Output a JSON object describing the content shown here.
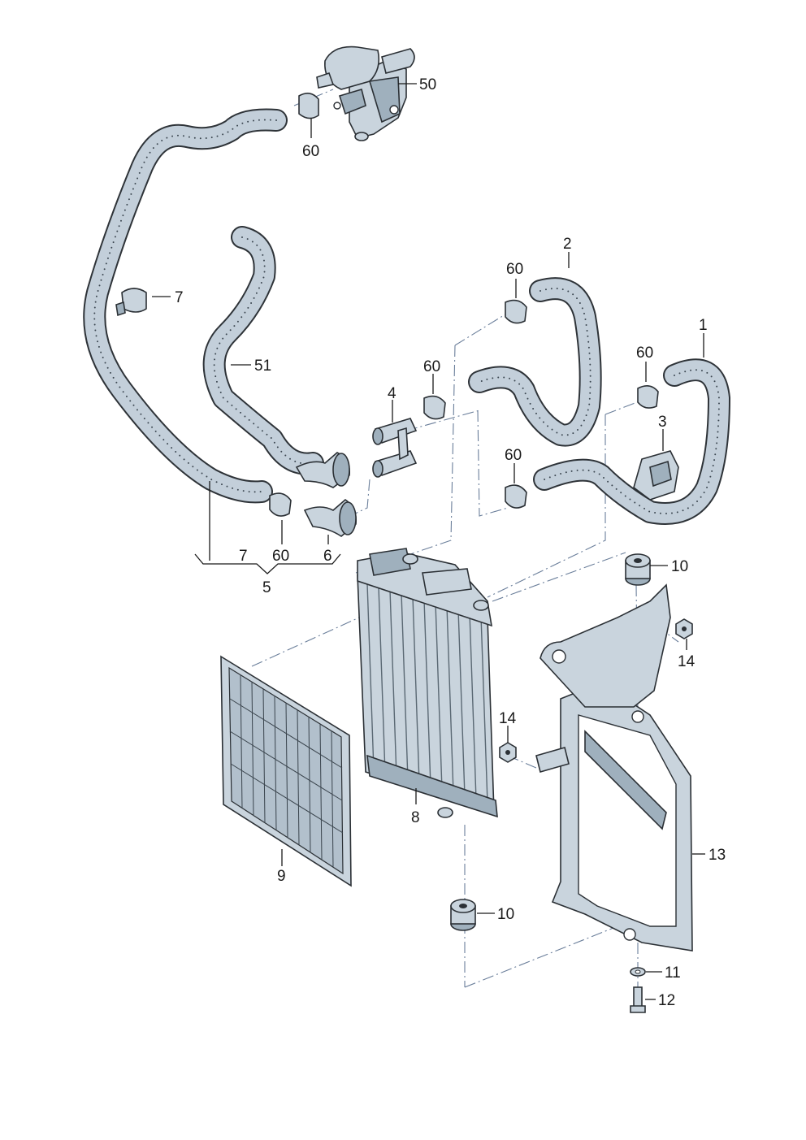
{
  "callouts": {
    "c50": "50",
    "c60_top": "60",
    "c7_clip": "7",
    "c51": "51",
    "c2": "2",
    "c60_hose2": "60",
    "c1": "1",
    "c60_hose1": "60",
    "c4": "4",
    "c60_conn": "60",
    "c3": "3",
    "c60_lower": "60",
    "c7_group": "7",
    "c60_group": "60",
    "c6": "6",
    "c5": "5",
    "c10_top": "10",
    "c14_right": "14",
    "c14_left": "14",
    "c8": "8",
    "c9": "9",
    "c13": "13",
    "c10_bottom": "10",
    "c11": "11",
    "c12": "12"
  },
  "colors": {
    "hose": "#c3cfda",
    "outline": "#2e3338",
    "dash": "#6a7e9a"
  }
}
